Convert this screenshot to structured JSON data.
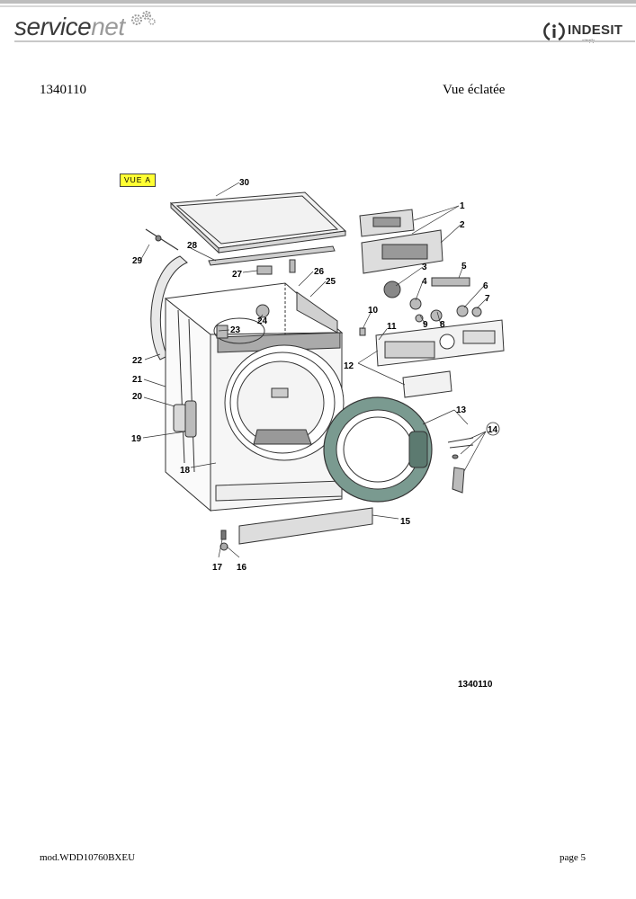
{
  "header": {
    "brand_left_a": "service",
    "brand_left_b": "net",
    "brand_right": "INDESIT",
    "brand_right_tag": "simply"
  },
  "document": {
    "number": "1340110",
    "title": "Vue éclatée",
    "view_tag": "VUE A",
    "drawing_ref": "1340110"
  },
  "parts": {
    "labels": [
      "1",
      "2",
      "3",
      "4",
      "5",
      "6",
      "7",
      "8",
      "9",
      "10",
      "11",
      "12",
      "13",
      "14",
      "15",
      "16",
      "17",
      "18",
      "19",
      "20",
      "21",
      "22",
      "23",
      "24",
      "25",
      "26",
      "27",
      "28",
      "29",
      "30"
    ]
  },
  "footer": {
    "model": "mod.WDD10760BXEU",
    "page": "page 5"
  },
  "colors": {
    "door_seal": "#7a9a90",
    "view_tag_bg": "#ffff33"
  },
  "icons": [
    "gears-icon",
    "indesit-i-icon"
  ]
}
